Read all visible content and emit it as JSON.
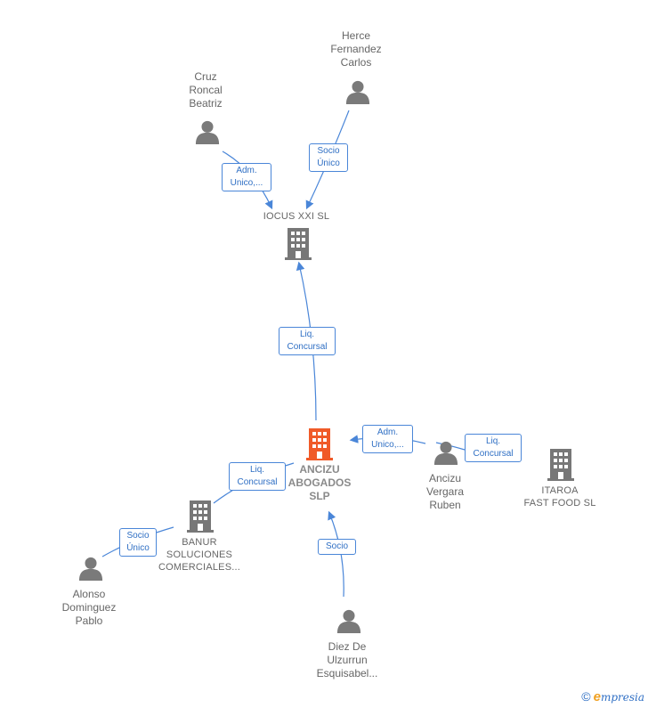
{
  "colors": {
    "person": "#7a7a7a",
    "company": "#777777",
    "main_company": "#f05a28",
    "edge": "#4a86d8"
  },
  "nodes": {
    "herce": {
      "label": "Herce\nFernandez\nCarlos",
      "icon": "person-icon"
    },
    "cruz": {
      "label": "Cruz\nRoncal\nBeatriz",
      "icon": "person-icon"
    },
    "iocus": {
      "label": "IOCUS XXI SL",
      "icon": "building-icon"
    },
    "ancizu_abogados": {
      "label": "ANCIZU\nABOGADOS\nSLP",
      "icon": "building-icon"
    },
    "ancizu_vergara": {
      "label": "Ancizu\nVergara\nRuben",
      "icon": "person-icon"
    },
    "itaroa": {
      "label": "ITAROA\nFAST FOOD  SL",
      "icon": "building-icon"
    },
    "banur": {
      "label": "BANUR\nSOLUCIONES\nCOMERCIALES...",
      "icon": "building-icon"
    },
    "alonso": {
      "label": "Alonso\nDominguez\nPablo",
      "icon": "person-icon"
    },
    "diez": {
      "label": "Diez De\nUlzurrun\nEsquisabel...",
      "icon": "person-icon"
    }
  },
  "edges": {
    "cruz_iocus": "Adm.\nUnico,...",
    "herce_iocus": "Socio\nÚnico",
    "ancizu_iocus": "Liq.\nConcursal",
    "vergara_ancizu": "Adm.\nUnico,...",
    "vergara_itaroa": "Liq.\nConcursal",
    "banur_ancizu": "Liq.\nConcursal",
    "alonso_banur": "Socio\nÚnico",
    "diez_ancizu": "Socio"
  },
  "brand": {
    "copyright": "©",
    "e": "e",
    "rest": "mpresia"
  }
}
